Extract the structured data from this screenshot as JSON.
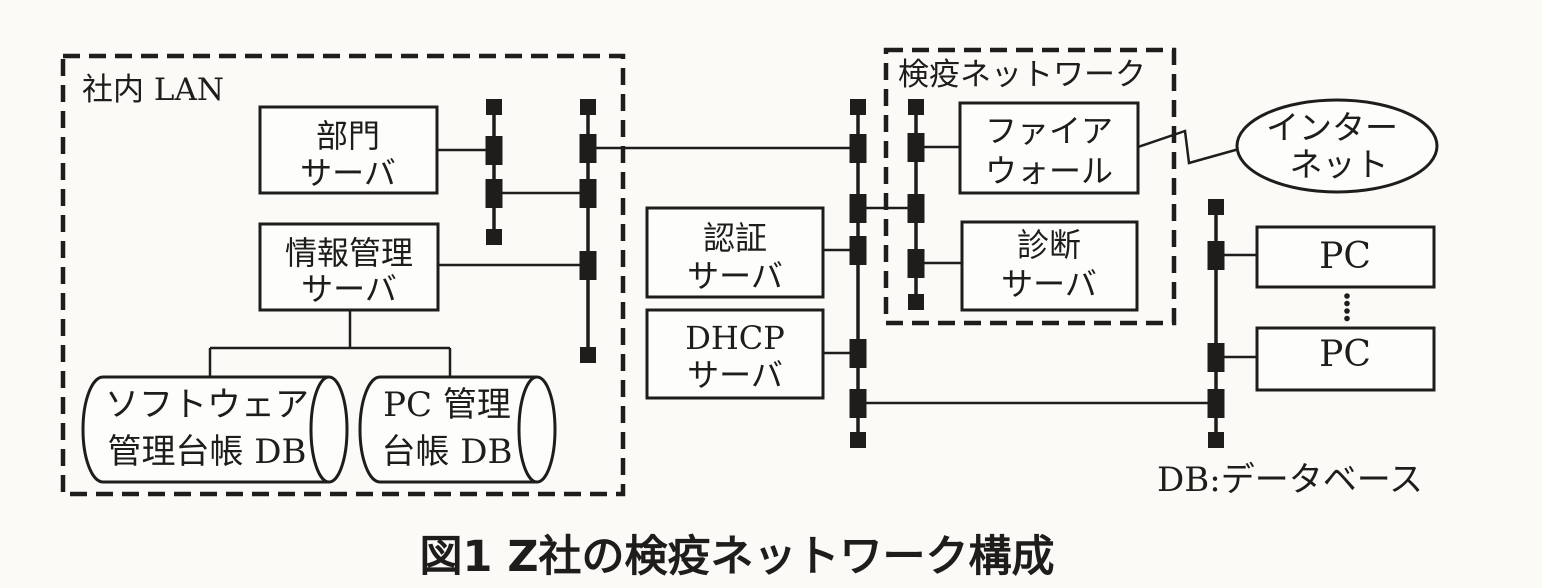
{
  "figure": {
    "caption": "図1 Z社の検疫ネットワーク構成",
    "db_legend": "DB:データベース"
  },
  "colors": {
    "ink": "#1e1d1b",
    "paper": "#fbfaf7"
  },
  "zones": {
    "lan": {
      "label": "社内 LAN"
    },
    "quarantine": {
      "label": "検疫ネットワーク"
    }
  },
  "nodes": {
    "dept_server": {
      "line1": "部門",
      "line2": "サーバ"
    },
    "info_server": {
      "line1": "情報管理",
      "line2": "サーバ"
    },
    "auth_server": {
      "line1": "認証",
      "line2": "サーバ"
    },
    "dhcp_server": {
      "line1": "DHCP",
      "line2": "サーバ"
    },
    "firewall": {
      "line1": "ファイア",
      "line2": "ウォール"
    },
    "diag_server": {
      "line1": "診断",
      "line2": "サーバ"
    },
    "internet": {
      "line1": "インター",
      "line2": "ネット"
    },
    "software_db": {
      "line1": "ソフトウェア",
      "line2": "管理台帳 DB"
    },
    "pc_db": {
      "line1": "PC 管理",
      "line2": "台帳 DB"
    },
    "pc_top": {
      "label": "PC"
    },
    "pc_bottom": {
      "label": "PC"
    }
  }
}
